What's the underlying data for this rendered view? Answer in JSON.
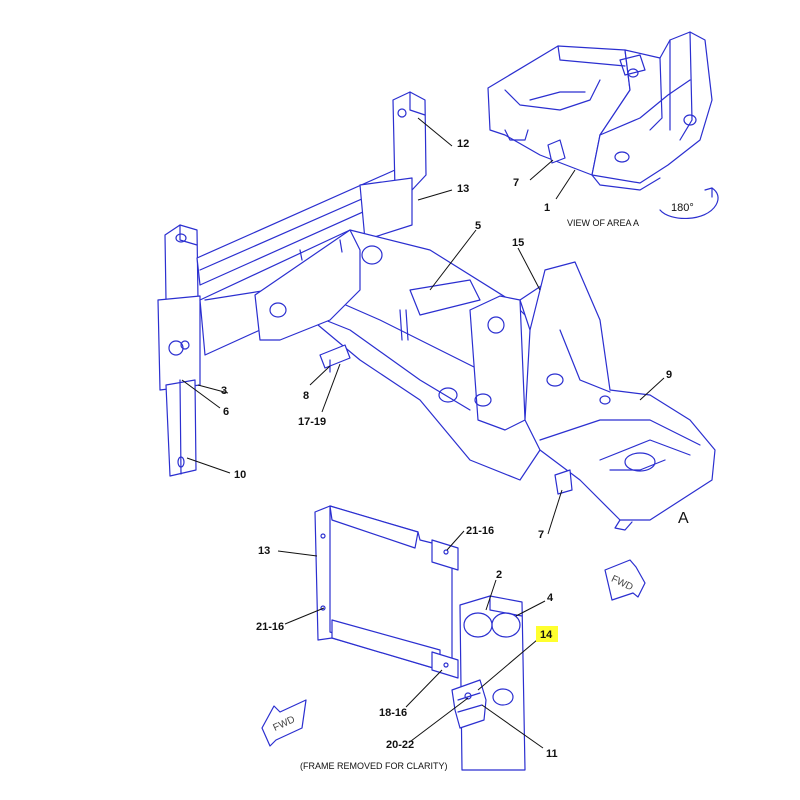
{
  "callouts": {
    "c1": "1",
    "c2": "2",
    "c3": "3",
    "c4": "4",
    "c5": "5",
    "c6": "6",
    "c7a": "7",
    "c7b": "7",
    "c8": "8",
    "c9": "9",
    "c10": "10",
    "c11": "11",
    "c12": "12",
    "c13a": "13",
    "c13b": "13",
    "c14": "14",
    "c15": "15",
    "c17_19": "17-19",
    "c18_16": "18-16",
    "c20_22": "20-22",
    "c21_16a": "21-16",
    "c21_16b": "21-16"
  },
  "highlighted_callout": "14",
  "labels": {
    "view_of_area_a": "VIEW OF AREA A",
    "rotation": "180°",
    "area_marker": "A",
    "fwd_upper": "FWD",
    "fwd_lower": "FWD",
    "frame_note": "(FRAME REMOVED FOR CLARITY)"
  },
  "colors": {
    "line": "#2b2fd0",
    "highlight": "#ffff2e",
    "text": "#111111"
  }
}
